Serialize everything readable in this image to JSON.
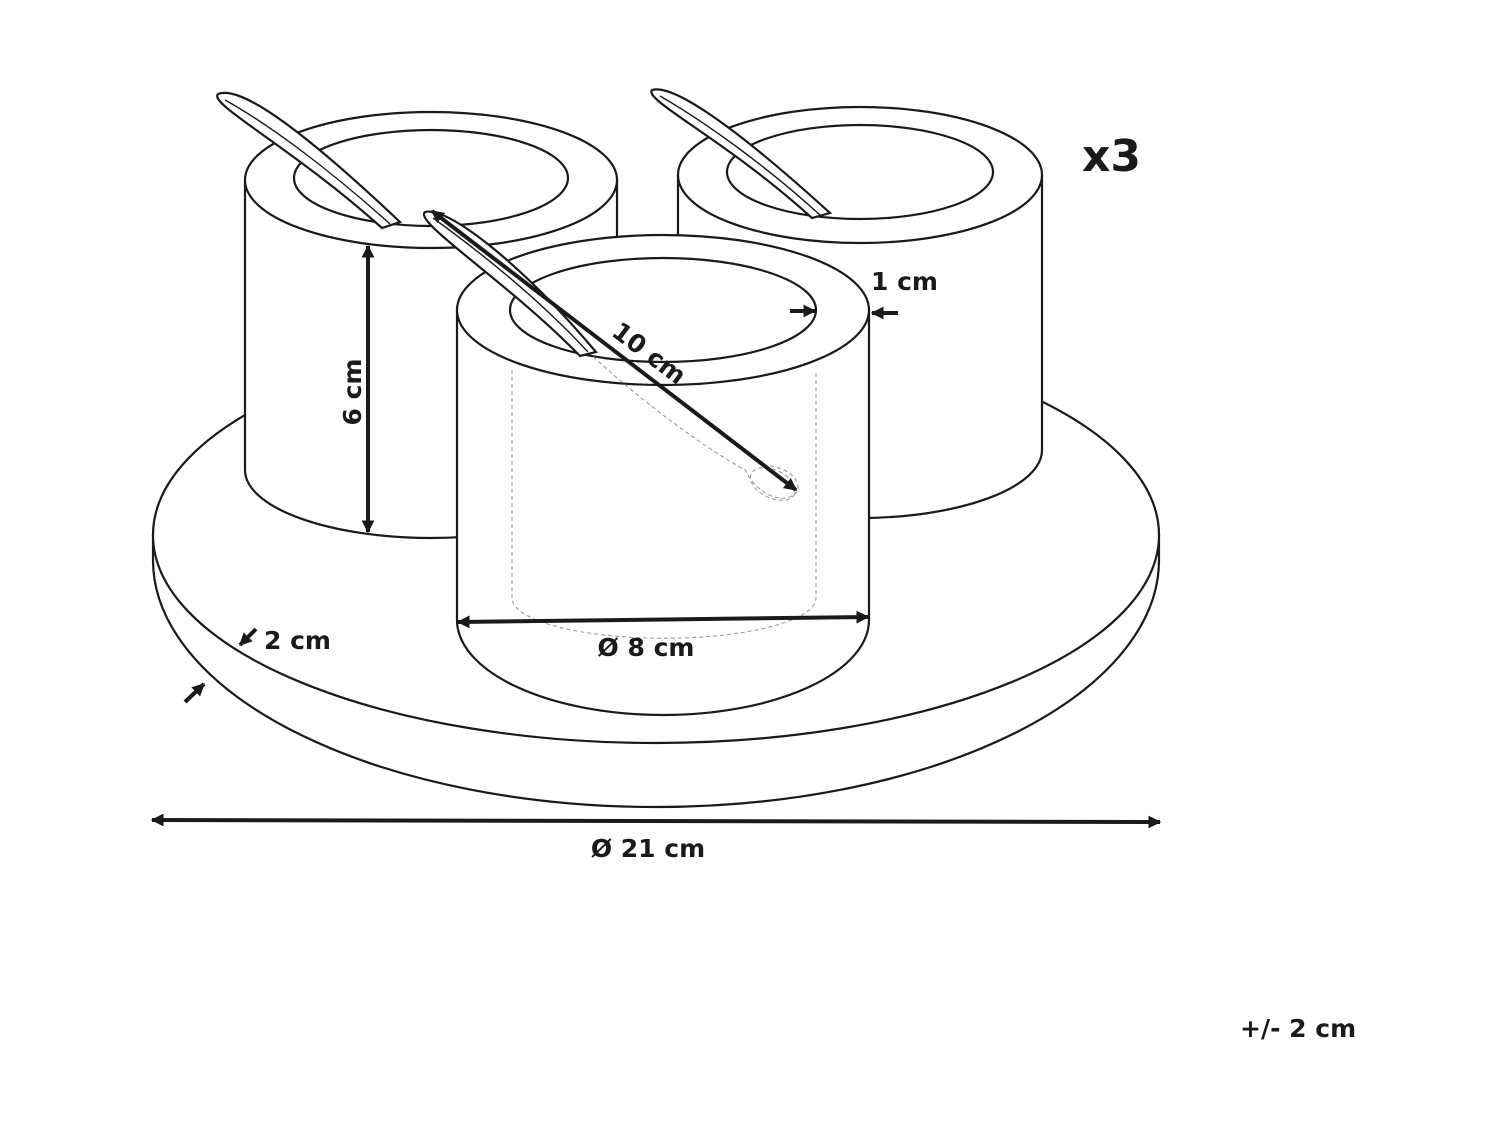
{
  "dimensions": {
    "quantity": "x3",
    "wall_thickness": "1 cm",
    "height": "6 cm",
    "spoon_length": "10 cm",
    "bowl_diameter": "Ø 8 cm",
    "tray_thickness": "2 cm",
    "tray_diameter": "Ø 21 cm",
    "tolerance": "+/- 2 cm"
  }
}
